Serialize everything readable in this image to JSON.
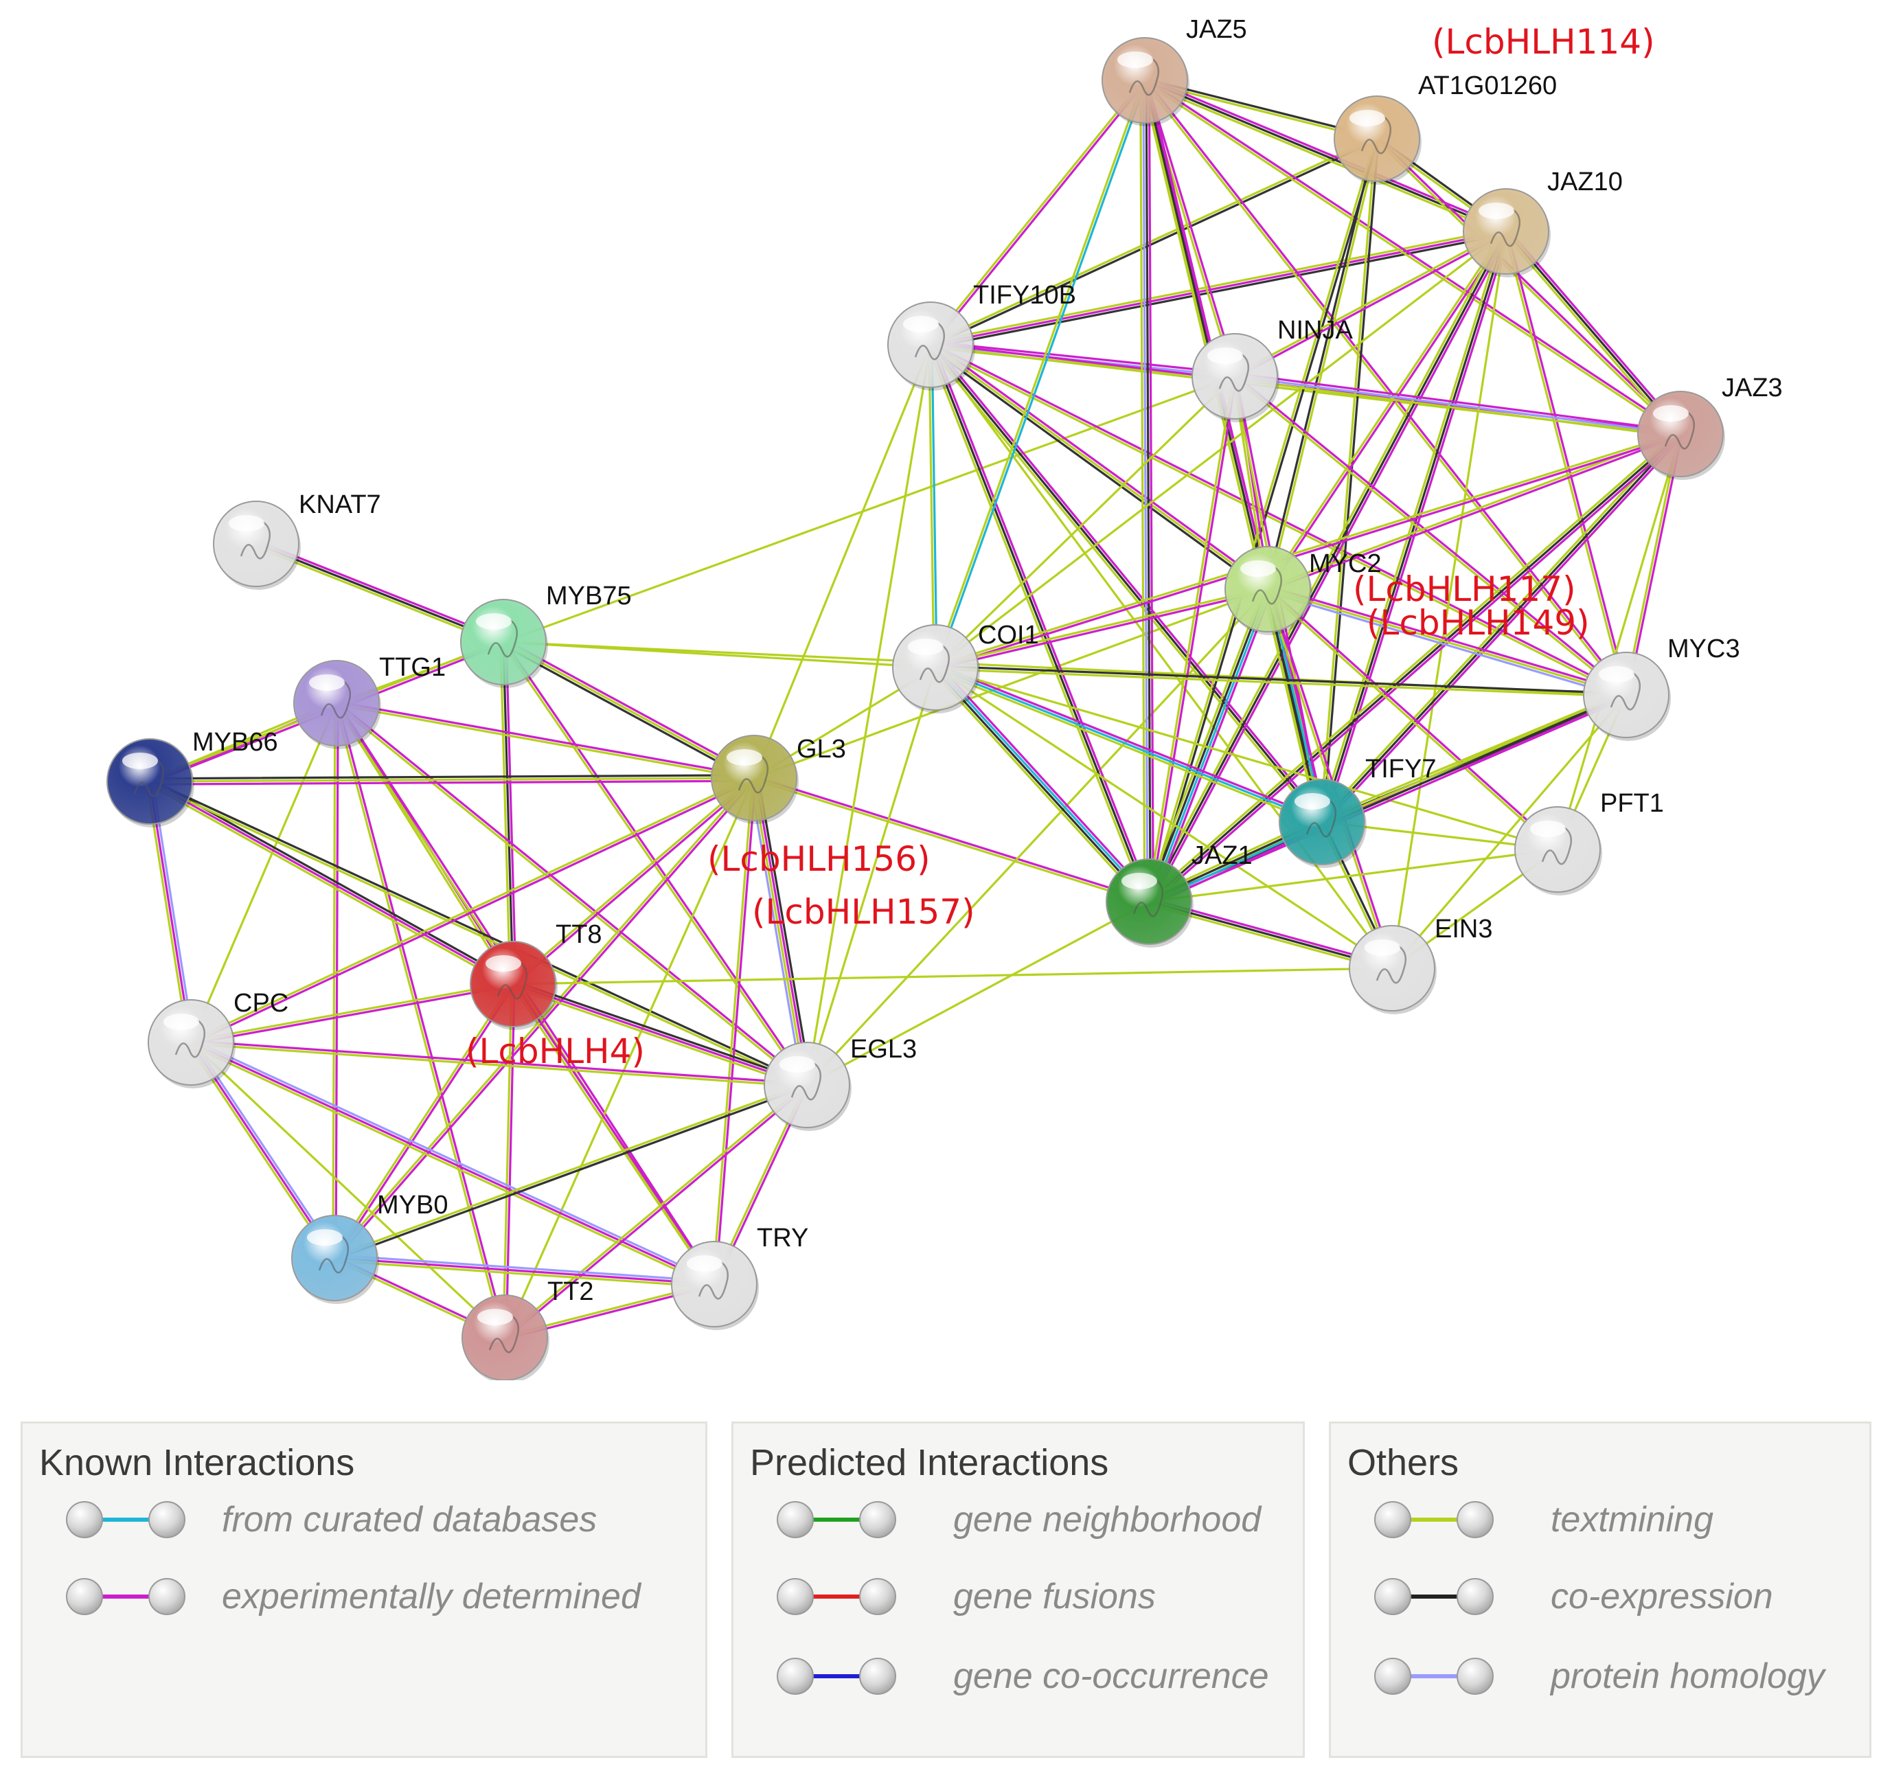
{
  "network": {
    "nodes": [
      {
        "id": "JAZ5",
        "label": "JAZ5",
        "color": "#d6b199"
      },
      {
        "id": "AT1G01260",
        "label": "AT1G01260",
        "color": "#dcb88a"
      },
      {
        "id": "JAZ10",
        "label": "JAZ10",
        "color": "#d9c196"
      },
      {
        "id": "TIFY10B",
        "label": "TIFY10B",
        "color": "#e3e3e3"
      },
      {
        "id": "NINJA",
        "label": "NINJA",
        "color": "#e3e3e3"
      },
      {
        "id": "JAZ3",
        "label": "JAZ3",
        "color": "#cfa19a"
      },
      {
        "id": "KNAT7",
        "label": "KNAT7",
        "color": "#e3e3e3"
      },
      {
        "id": "MYC2",
        "label": "MYC2",
        "color": "#bde08c"
      },
      {
        "id": "MYB75",
        "label": "MYB75",
        "color": "#8fe0ad"
      },
      {
        "id": "COI1",
        "label": "COI1",
        "color": "#e3e3e3"
      },
      {
        "id": "TTG1",
        "label": "TTG1",
        "color": "#a996d6"
      },
      {
        "id": "MYC3",
        "label": "MYC3",
        "color": "#e3e3e3"
      },
      {
        "id": "MYB66",
        "label": "MYB66",
        "color": "#2f3f8f"
      },
      {
        "id": "GL3",
        "label": "GL3",
        "color": "#b5b35a"
      },
      {
        "id": "TIFY7",
        "label": "TIFY7",
        "color": "#2fa5a5"
      },
      {
        "id": "PFT1",
        "label": "PFT1",
        "color": "#e3e3e3"
      },
      {
        "id": "JAZ1",
        "label": "JAZ1",
        "color": "#3c9a3c"
      },
      {
        "id": "EIN3",
        "label": "EIN3",
        "color": "#e3e3e3"
      },
      {
        "id": "TT8",
        "label": "TT8",
        "color": "#d63b3b"
      },
      {
        "id": "CPC",
        "label": "CPC",
        "color": "#e3e3e3"
      },
      {
        "id": "EGL3",
        "label": "EGL3",
        "color": "#e3e3e3"
      },
      {
        "id": "MYB0",
        "label": "MYB0",
        "color": "#7fbde0"
      },
      {
        "id": "TRY",
        "label": "TRY",
        "color": "#e3e3e3"
      },
      {
        "id": "TT2",
        "label": "TT2",
        "color": "#d09696"
      }
    ],
    "annotations": [
      {
        "text": "(LcbHLH114)"
      },
      {
        "text": "(LcbHLH117)"
      },
      {
        "text": "(LcbHLH149)"
      },
      {
        "text": "(LcbHLH156)"
      },
      {
        "text": "(LcbHLH157)"
      },
      {
        "text": "(LcbHLH4)"
      }
    ],
    "edge_colors": {
      "curated": "#1fb5d6",
      "experimental": "#cc1fcc",
      "textmining": "#b5d11f",
      "coexpression": "#333333",
      "homology": "#9a9aff"
    }
  },
  "legend": {
    "known": {
      "title": "Known Interactions",
      "items": [
        {
          "label": "from curated databases",
          "color": "#1fb5d6"
        },
        {
          "label": "experimentally determined",
          "color": "#cc1fcc"
        }
      ]
    },
    "predicted": {
      "title": "Predicted Interactions",
      "items": [
        {
          "label": "gene neighborhood",
          "color": "#1fa01f"
        },
        {
          "label": "gene fusions",
          "color": "#e01f1f"
        },
        {
          "label": "gene co-occurrence",
          "color": "#1f1fd6"
        }
      ]
    },
    "others": {
      "title": "Others",
      "items": [
        {
          "label": "textmining",
          "color": "#b5d11f"
        },
        {
          "label": "co-expression",
          "color": "#222222"
        },
        {
          "label": "protein homology",
          "color": "#9a9aff"
        }
      ]
    }
  }
}
